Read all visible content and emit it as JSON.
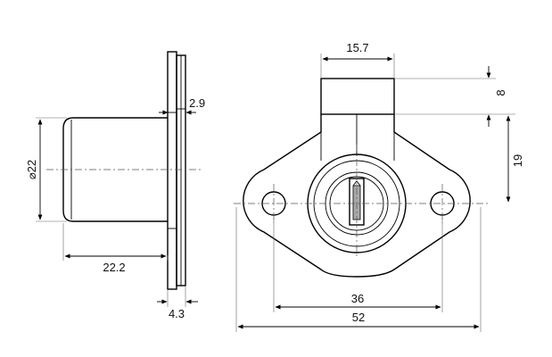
{
  "dimensions": {
    "diameter": "22",
    "body_length": "22.2",
    "plate_thickness": "2.9",
    "flange_thickness": "4.3",
    "top_width": "15.7",
    "top_height": "8",
    "axis_offset": "19",
    "hole_spacing": "36",
    "overall_width": "52"
  },
  "colors": {
    "line": "#000000",
    "fill": "#ffffff"
  }
}
